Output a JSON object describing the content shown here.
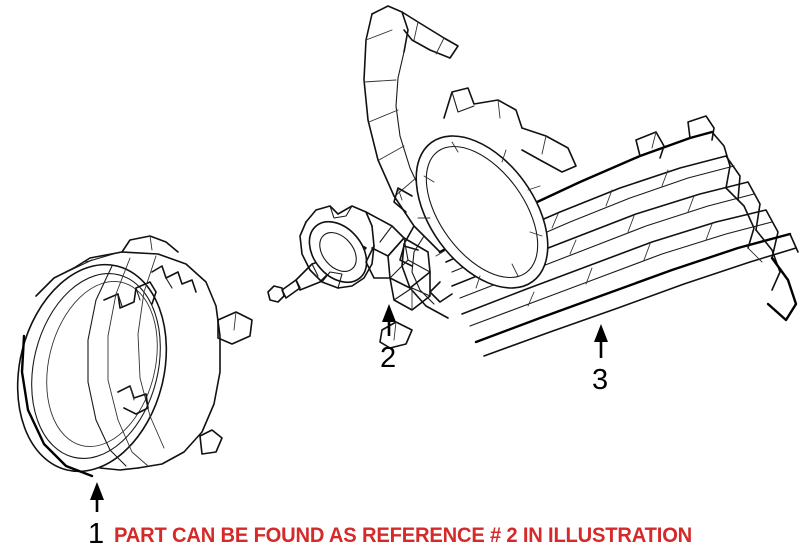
{
  "diagram": {
    "title": "Fog lamp and grille parts exploded diagram",
    "background_color": "#ffffff",
    "line_color": "#111111",
    "note_color": "#d42a2a",
    "callouts": [
      {
        "number": "1",
        "label": "fog-lamp-assembly",
        "arrow_direction": "up"
      },
      {
        "number": "2",
        "label": "fog-lamp-bulb",
        "arrow_direction": "up"
      },
      {
        "number": "3",
        "label": "front-grille-lower-panel",
        "arrow_direction": "up"
      }
    ],
    "reference_note": "PART CAN BE FOUND AS REFERENCE # 2 IN ILLUSTRATION",
    "parts": [
      {
        "ref": "1",
        "name": "fog-lamp-assembly",
        "icon": "fog-lamp-housing-icon"
      },
      {
        "ref": "2",
        "name": "halogen-bulb",
        "icon": "bulb-with-connector-icon"
      },
      {
        "ref": "3",
        "name": "grille-panel",
        "icon": "grille-slats-icon"
      }
    ]
  }
}
